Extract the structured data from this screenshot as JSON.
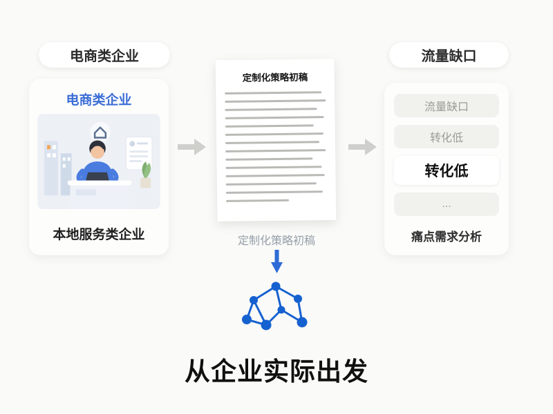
{
  "left": {
    "badge_label": "电商类企业",
    "card": {
      "title": "电商类企业",
      "caption": "本地服务类企业"
    }
  },
  "center": {
    "document_title": "定制化策略初稿",
    "document_caption": "定制化策略初稿",
    "headline": "从企业实际出发"
  },
  "right": {
    "badge_label": "流量缺口",
    "card": {
      "items": [
        {
          "label": "流量缺口",
          "style": "muted"
        },
        {
          "label": "转化低",
          "style": "muted"
        },
        {
          "label": "转化低",
          "style": "emphasis"
        },
        {
          "label": "...",
          "style": "muted"
        }
      ],
      "caption": "痛点需求分析"
    }
  },
  "icons": {
    "arrow_right": "arrow-right-icon",
    "arrow_down": "arrow-down-icon",
    "network": "network-graph-icon"
  },
  "colors": {
    "accent_blue": "#2e6bd6",
    "network_blue": "#1661d0",
    "arrow_gray": "#cfcfcc",
    "title_blue": "#3b6dd6"
  }
}
